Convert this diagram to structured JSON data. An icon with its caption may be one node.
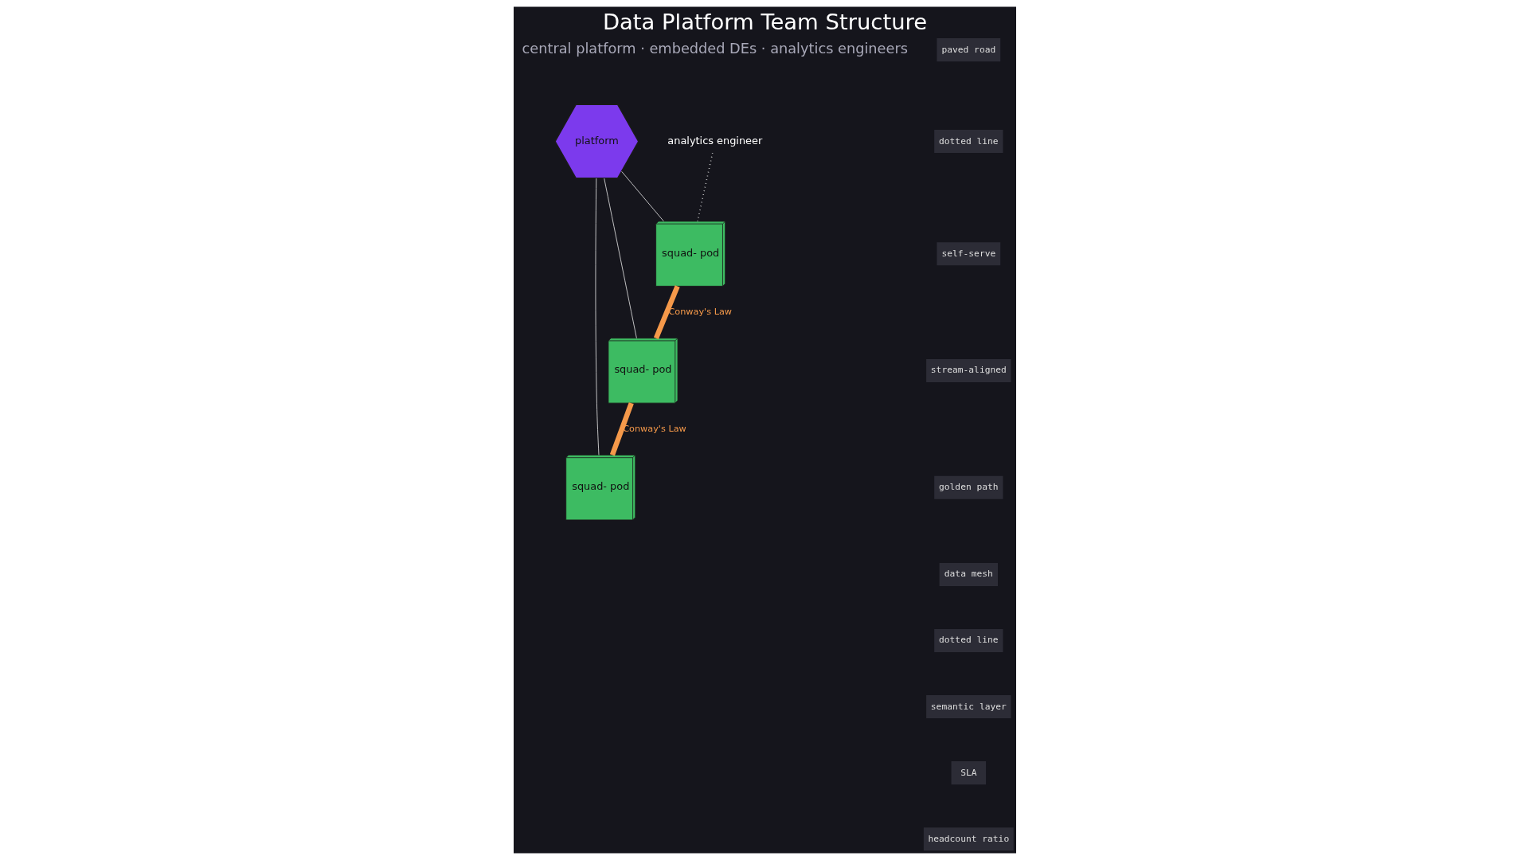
{
  "diagram": {
    "title": "Data Platform Team Structure",
    "nodes": [
      {
        "text": [
          "platform"
        ]
      },
      {
        "text": [
          "squad- pod"
        ]
      },
      {
        "text": [
          "squad- pod"
        ]
      },
      {
        "text": [
          "squad- pod"
        ]
      },
      {
        "text": [
          "analytics engineer"
        ]
      }
    ],
    "edges": [
      {
        "from": 0,
        "to": 1,
        "arrow": "none"
      },
      {
        "from": 0,
        "to": 2,
        "arrow": "none"
      },
      {
        "from": 0,
        "to": 3,
        "arrow": "none"
      },
      {
        "from": 4,
        "to": 1,
        "arrow": "none",
        "style": "dashed"
      },
      {
        "from": 1,
        "to": 2,
        "arrow": "none",
        "label": "Conway's Law",
        "style": "thick",
        "color": "#f5994a"
      },
      {
        "from": 2,
        "to": 3,
        "arrow": "none",
        "label": "Conway's Law",
        "style": "thick",
        "color": "#f5994a"
      }
    ],
    "labels": [
      "central platform · embedded DEs · analytics engineers",
      "paved road",
      "dotted line",
      "self-serve",
      "stream-aligned",
      "golden path",
      "data mesh",
      "dotted line",
      "semantic layer",
      "SLA",
      "headcount ratio"
    ]
  }
}
